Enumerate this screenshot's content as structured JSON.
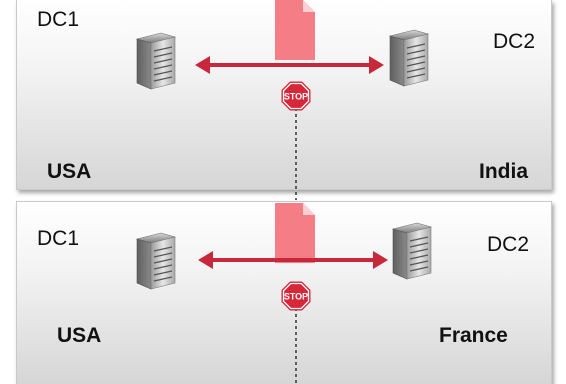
{
  "colors": {
    "arrow": "#c8283c",
    "document": "#f47d86",
    "stop_sign": "#d7283a",
    "panel_border": "#c9c9c9",
    "divider": "#333333"
  },
  "icons": {
    "server": "server-icon",
    "document": "document-icon",
    "stop": "stop-sign-icon",
    "arrow": "bidirectional-arrow"
  },
  "scenarios": [
    {
      "left_dc": "DC1",
      "right_dc": "DC2",
      "left_country": "USA",
      "right_country": "India",
      "stop_text": "STOP"
    },
    {
      "left_dc": "DC1",
      "right_dc": "DC2",
      "left_country": "USA",
      "right_country": "France",
      "stop_text": "STOP"
    }
  ]
}
